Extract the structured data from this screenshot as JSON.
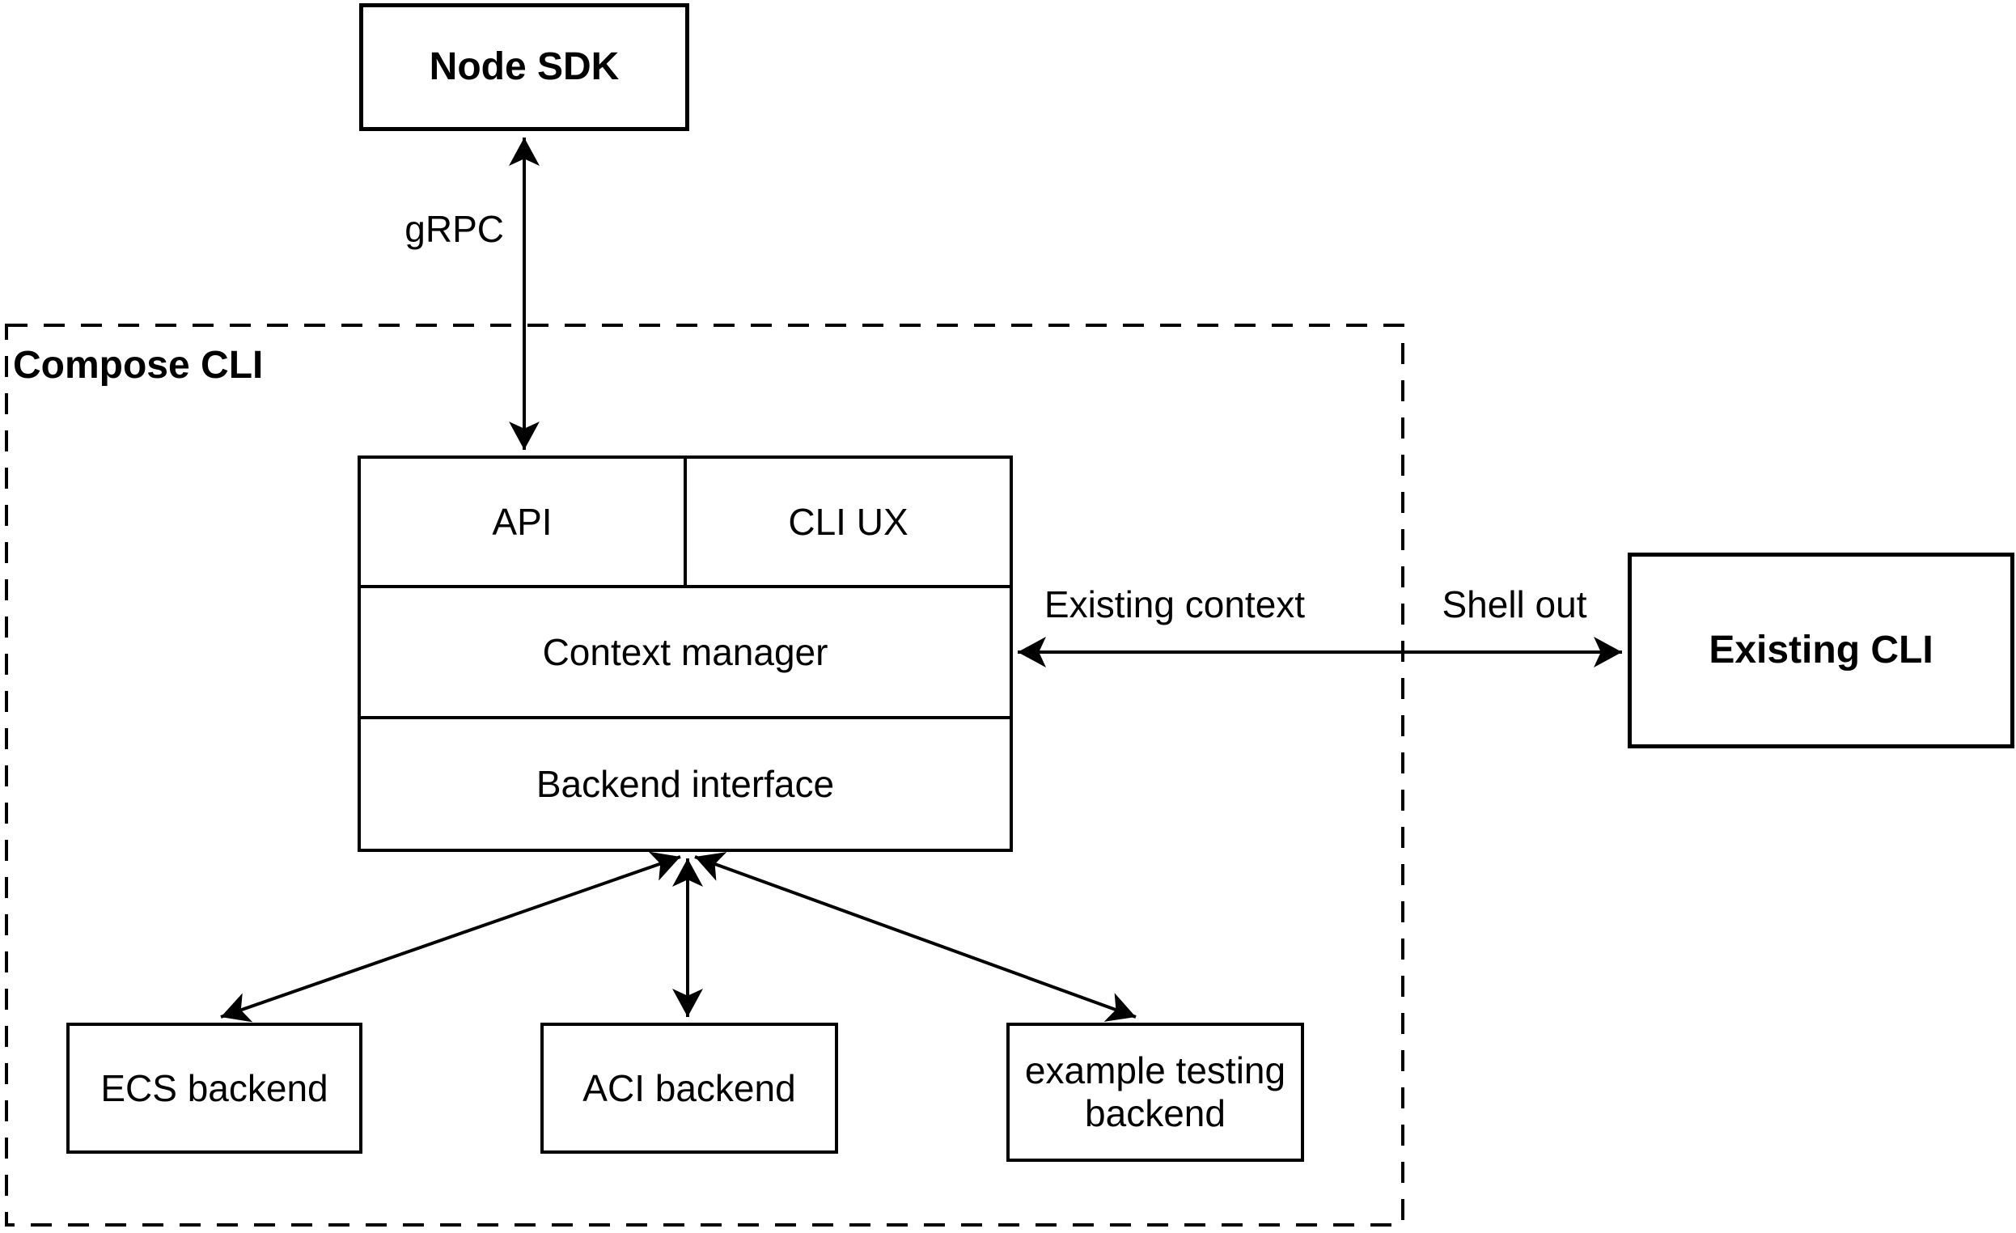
{
  "diagram": {
    "type": "architecture-diagram",
    "background": "#ffffff",
    "stroke_color": "#000000",
    "nodes": {
      "node_sdk": {
        "label": "Node SDK",
        "emphasis": "bold"
      },
      "compose_cli_group": {
        "label": "Compose CLI",
        "emphasis": "bold",
        "border": "dashed"
      },
      "api": {
        "label": "API"
      },
      "cli_ux": {
        "label": "CLI UX"
      },
      "context_manager": {
        "label": "Context manager"
      },
      "backend_interface": {
        "label": "Backend interface"
      },
      "existing_cli": {
        "label": "Existing CLI",
        "emphasis": "bold"
      },
      "ecs_backend": {
        "label": "ECS backend"
      },
      "aci_backend": {
        "label": "ACI backend"
      },
      "example_testing_backend": {
        "label": "example testing backend"
      }
    },
    "edges": {
      "grpc": {
        "label": "gRPC",
        "from": "node_sdk",
        "to": "api",
        "direction": "bidirectional"
      },
      "existing_context": {
        "label": "Existing context",
        "from": "context_manager",
        "to": "existing_cli",
        "direction": "bidirectional"
      },
      "shell_out": {
        "label": "Shell out",
        "from": "context_manager",
        "to": "existing_cli",
        "direction": "bidirectional"
      },
      "backend_to_ecs": {
        "label": "",
        "from": "backend_interface",
        "to": "ecs_backend",
        "direction": "bidirectional"
      },
      "backend_to_aci": {
        "label": "",
        "from": "backend_interface",
        "to": "aci_backend",
        "direction": "bidirectional"
      },
      "backend_to_example": {
        "label": "",
        "from": "backend_interface",
        "to": "example_testing_backend",
        "direction": "bidirectional"
      }
    }
  }
}
